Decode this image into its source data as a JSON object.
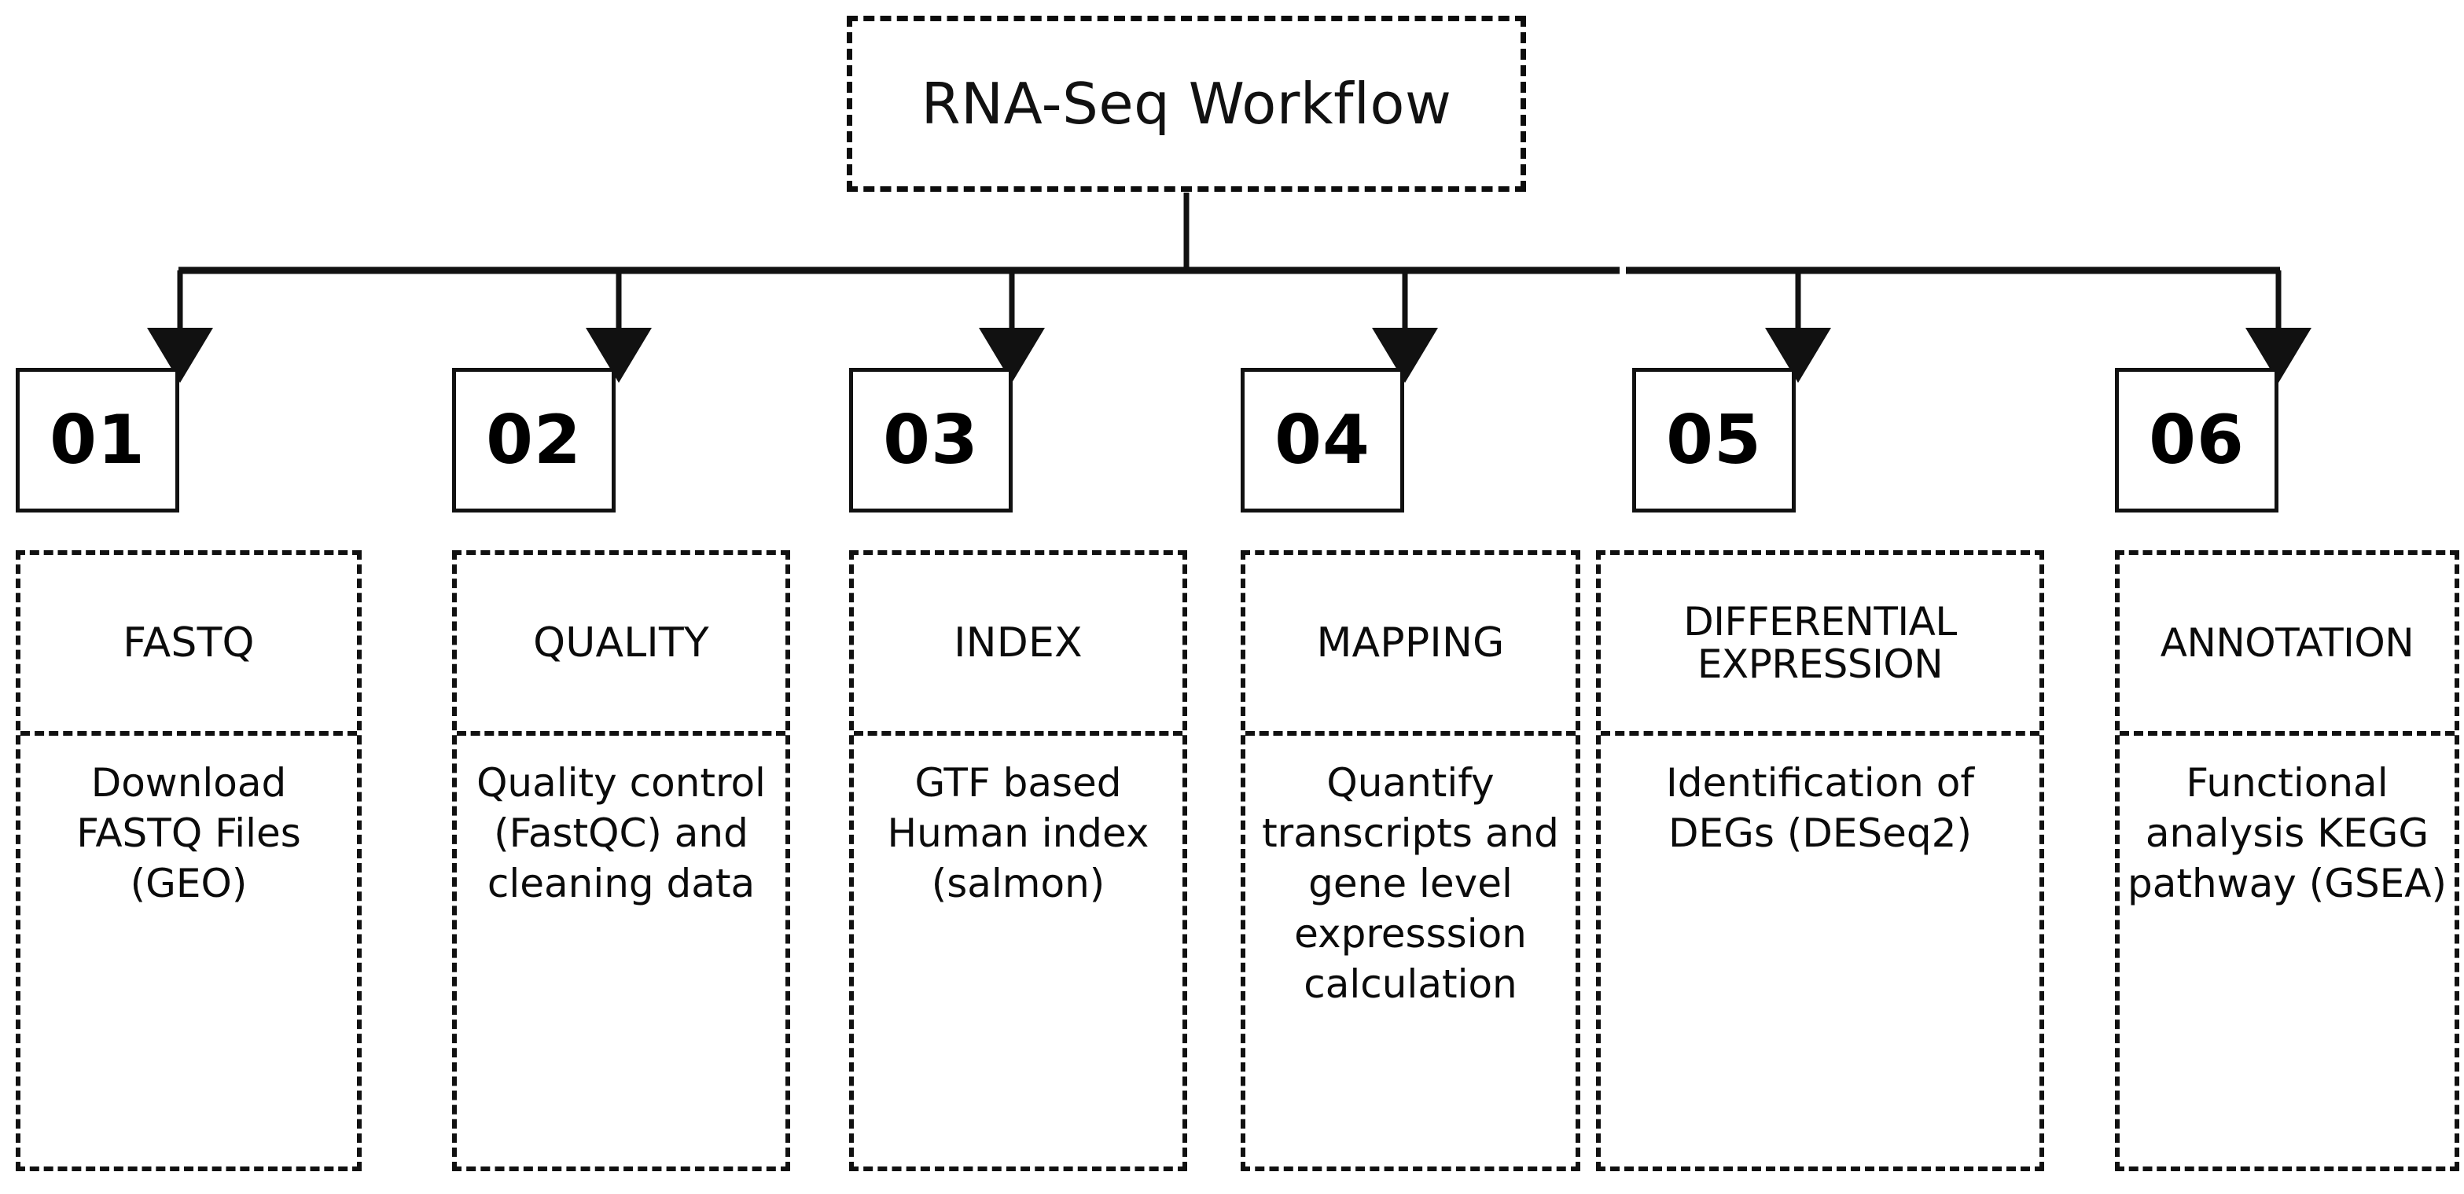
{
  "diagram": {
    "title": "RNA-Seq Workflow",
    "type": "flowchart",
    "orientation": "top-down-fan-out",
    "step_count": 6,
    "colors": {
      "line": "#111111",
      "text": "#0b0b0b",
      "background": "#ffffff"
    }
  },
  "steps": [
    {
      "number": "01",
      "header": "FASTQ",
      "body": "Download FASTQ Files (GEO)"
    },
    {
      "number": "02",
      "header": "QUALITY",
      "body": "Quality control (FastQC) and cleaning data"
    },
    {
      "number": "03",
      "header": "INDEX",
      "body": "GTF based Human index (salmon)"
    },
    {
      "number": "04",
      "header": "MAPPING",
      "body": "Quantify transcripts and gene level expresssion calculation"
    },
    {
      "number": "05",
      "header": "DIFFERENTIAL EXPRESSION",
      "body": "Identification of DEGs (DESeq2)"
    },
    {
      "number": "06",
      "header": "ANNOTATION",
      "body": "Functional analysis KEGG pathway (GSEA)"
    }
  ]
}
